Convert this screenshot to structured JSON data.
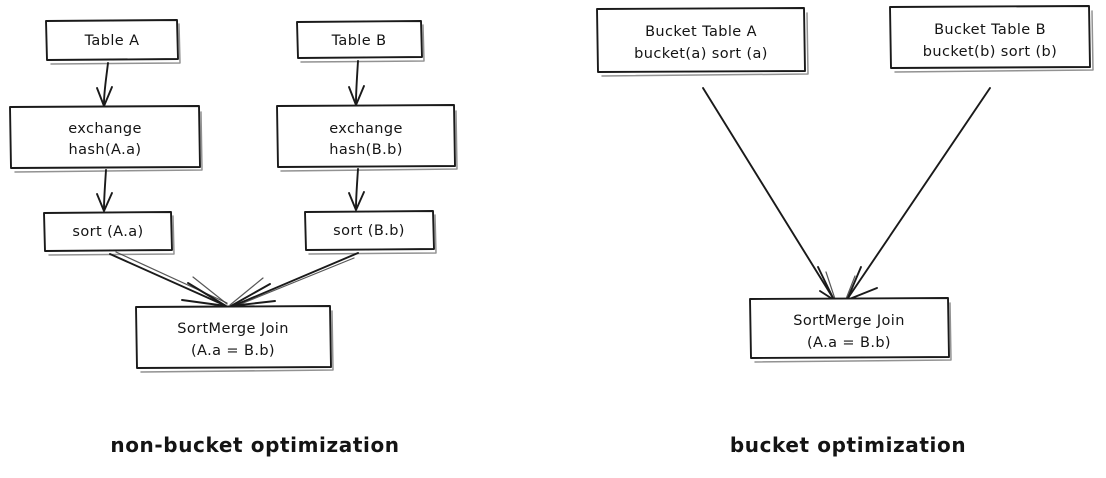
{
  "diagram": {
    "title_not_shown": false,
    "panels": [
      {
        "id": "non-bucket",
        "caption": "non-bucket optimization",
        "nodes": [
          {
            "id": "table-a",
            "lines": [
              "Table A"
            ]
          },
          {
            "id": "exchange-a",
            "lines": [
              "exchange",
              "hash(A.a)"
            ]
          },
          {
            "id": "sort-a",
            "lines": [
              "sort (A.a)"
            ]
          },
          {
            "id": "table-b",
            "lines": [
              "Table B"
            ]
          },
          {
            "id": "exchange-b",
            "lines": [
              "exchange",
              "hash(B.b)"
            ]
          },
          {
            "id": "sort-b",
            "lines": [
              "sort (B.b)"
            ]
          },
          {
            "id": "join",
            "lines": [
              "SortMerge Join",
              "(A.a = B.b)"
            ]
          }
        ],
        "edges": [
          {
            "from": "table-a",
            "to": "exchange-a"
          },
          {
            "from": "exchange-a",
            "to": "sort-a"
          },
          {
            "from": "table-b",
            "to": "exchange-b"
          },
          {
            "from": "exchange-b",
            "to": "sort-b"
          },
          {
            "from": "sort-a",
            "to": "join"
          },
          {
            "from": "sort-b",
            "to": "join"
          }
        ]
      },
      {
        "id": "bucket",
        "caption": "bucket optimization",
        "nodes": [
          {
            "id": "bucket-table-a",
            "lines": [
              "Bucket Table A",
              "bucket(a) sort (a)"
            ]
          },
          {
            "id": "bucket-table-b",
            "lines": [
              "Bucket Table B",
              "bucket(b) sort (b)"
            ]
          },
          {
            "id": "join",
            "lines": [
              "SortMerge Join",
              "(A.a = B.b)"
            ]
          }
        ],
        "edges": [
          {
            "from": "bucket-table-a",
            "to": "join"
          },
          {
            "from": "bucket-table-b",
            "to": "join"
          }
        ]
      }
    ],
    "colors": {
      "background": "#ffffff",
      "stroke": "#1a1a1a",
      "text": "#141414",
      "shadow": "#6e6e6e"
    }
  },
  "text": {
    "left": {
      "table_a": "Table A",
      "exchange_a_line1": "exchange",
      "exchange_a_line2": "hash(A.a)",
      "sort_a": "sort (A.a)",
      "table_b": "Table B",
      "exchange_b_line1": "exchange",
      "exchange_b_line2": "hash(B.b)",
      "sort_b": "sort (B.b)",
      "join_line1": "SortMerge Join",
      "join_line2": "(A.a = B.b)",
      "caption": "non-bucket optimization"
    },
    "right": {
      "bucket_a_line1": "Bucket Table A",
      "bucket_a_line2": "bucket(a) sort (a)",
      "bucket_b_line1": "Bucket Table B",
      "bucket_b_line2": "bucket(b) sort (b)",
      "join_line1": "SortMerge Join",
      "join_line2": "(A.a = B.b)",
      "caption": "bucket optimization"
    }
  }
}
